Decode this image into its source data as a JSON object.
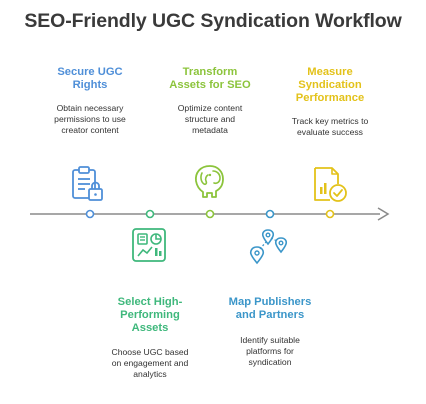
{
  "title": "SEO-Friendly UGC Syndication Workflow",
  "steps": [
    {
      "id": "secure-ugc-rights",
      "title_lines": [
        "Secure UGC",
        "Rights"
      ],
      "desc_lines": [
        "Obtain necessary",
        "permissions to use",
        "creator content"
      ],
      "color": "#4f8fd8",
      "icon": "clipboard-lock-icon",
      "position": "above"
    },
    {
      "id": "select-high-performing-assets",
      "title_lines": [
        "Select High-",
        "Performing",
        "Assets"
      ],
      "desc_lines": [
        "Choose UGC based",
        "on engagement and",
        "analytics"
      ],
      "color": "#3fb87c",
      "icon": "dashboard-icon",
      "position": "below"
    },
    {
      "id": "transform-assets-for-seo",
      "title_lines": [
        "Transform",
        "Assets for SEO"
      ],
      "desc_lines": [
        "Optimize content",
        "structure and",
        "metadata"
      ],
      "color": "#8cc43c",
      "icon": "elephant-icon",
      "position": "above"
    },
    {
      "id": "map-publishers-and-partners",
      "title_lines": [
        "Map Publishers",
        "and Partners"
      ],
      "desc_lines": [
        "Identify suitable",
        "platforms for",
        "syndication"
      ],
      "color": "#3b96c9",
      "icon": "map-pins-icon",
      "position": "below"
    },
    {
      "id": "measure-syndication-performance",
      "title_lines": [
        "Measure",
        "Syndication",
        "Performance"
      ],
      "desc_lines": [
        "Track key metrics to",
        "evaluate success"
      ],
      "color": "#e3c21a",
      "icon": "report-check-icon",
      "position": "above"
    }
  ]
}
